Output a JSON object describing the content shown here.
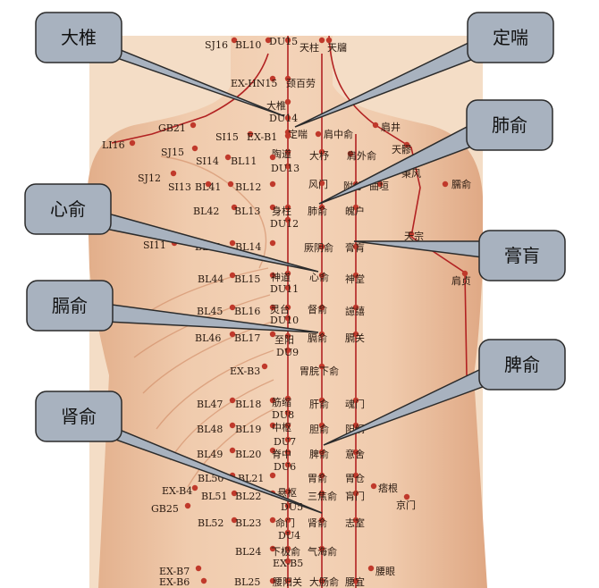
{
  "callouts": [
    {
      "id": "dazhui",
      "label": "大椎"
    },
    {
      "id": "dingchuan",
      "label": "定喘"
    },
    {
      "id": "feishu",
      "label": "肺俞"
    },
    {
      "id": "xinshu",
      "label": "心俞"
    },
    {
      "id": "gaohuang",
      "label": "膏肓"
    },
    {
      "id": "geshu",
      "label": "膈俞"
    },
    {
      "id": "pishu",
      "label": "脾俞"
    },
    {
      "id": "shenshu",
      "label": "肾俞"
    }
  ],
  "points": [
    {
      "label": "SJ16"
    },
    {
      "label": "BL10"
    },
    {
      "label": "DU15"
    },
    {
      "label": "天柱"
    },
    {
      "label": "天牖"
    },
    {
      "label": "EX-HN15"
    },
    {
      "label": "颈百劳"
    },
    {
      "label": "大椎"
    },
    {
      "label": "DU14"
    },
    {
      "label": "定喘"
    },
    {
      "label": "肩中俞"
    },
    {
      "label": "肩井"
    },
    {
      "label": "GB21"
    },
    {
      "label": "SI15"
    },
    {
      "label": "EX-B1"
    },
    {
      "label": "陶道"
    },
    {
      "label": "DU13"
    },
    {
      "label": "大杼"
    },
    {
      "label": "肩外俞"
    },
    {
      "label": "天髎"
    },
    {
      "label": "LI16"
    },
    {
      "label": "SJ15"
    },
    {
      "label": "SI14"
    },
    {
      "label": "BL11"
    },
    {
      "label": "秉风"
    },
    {
      "label": "SJ12"
    },
    {
      "label": "SI13"
    },
    {
      "label": "BL41"
    },
    {
      "label": "BL12"
    },
    {
      "label": "风门"
    },
    {
      "label": "附分"
    },
    {
      "label": "曲垣"
    },
    {
      "label": "臑俞"
    },
    {
      "label": "BL42"
    },
    {
      "label": "BL13"
    },
    {
      "label": "身柱"
    },
    {
      "label": "DU12"
    },
    {
      "label": "肺俞"
    },
    {
      "label": "魄户"
    },
    {
      "label": "天宗"
    },
    {
      "label": "SI11"
    },
    {
      "label": "BL43"
    },
    {
      "label": "BL14"
    },
    {
      "label": "厥阴俞"
    },
    {
      "label": "膏肓"
    },
    {
      "label": "BL44"
    },
    {
      "label": "BL15"
    },
    {
      "label": "神道"
    },
    {
      "label": "DU11"
    },
    {
      "label": "心俞"
    },
    {
      "label": "神堂"
    },
    {
      "label": "肩贞"
    },
    {
      "label": "BL45"
    },
    {
      "label": "BL16"
    },
    {
      "label": "灵台"
    },
    {
      "label": "DU10"
    },
    {
      "label": "督俞"
    },
    {
      "label": "譩譆"
    },
    {
      "label": "BL46"
    },
    {
      "label": "BL17"
    },
    {
      "label": "至阳"
    },
    {
      "label": "DU9"
    },
    {
      "label": "膈俞"
    },
    {
      "label": "膈关"
    },
    {
      "label": "EX-B3"
    },
    {
      "label": "胃脘下俞"
    },
    {
      "label": "BL47"
    },
    {
      "label": "BL18"
    },
    {
      "label": "筋缩"
    },
    {
      "label": "DU8"
    },
    {
      "label": "肝俞"
    },
    {
      "label": "魂门"
    },
    {
      "label": "BL48"
    },
    {
      "label": "BL19"
    },
    {
      "label": "中枢"
    },
    {
      "label": "DU7"
    },
    {
      "label": "胆俞"
    },
    {
      "label": "阳纲"
    },
    {
      "label": "BL49"
    },
    {
      "label": "BL20"
    },
    {
      "label": "脊中"
    },
    {
      "label": "DU6"
    },
    {
      "label": "脾俞"
    },
    {
      "label": "意舍"
    },
    {
      "label": "BL50"
    },
    {
      "label": "BL21"
    },
    {
      "label": "胃俞"
    },
    {
      "label": "胃仓"
    },
    {
      "label": "痞根"
    },
    {
      "label": "EX-B4"
    },
    {
      "label": "BL51"
    },
    {
      "label": "BL22"
    },
    {
      "label": "悬枢"
    },
    {
      "label": "三焦俞"
    },
    {
      "label": "肓门"
    },
    {
      "label": "京门"
    },
    {
      "label": "GB25"
    },
    {
      "label": "DU5"
    },
    {
      "label": "BL52"
    },
    {
      "label": "BL23"
    },
    {
      "label": "命门"
    },
    {
      "label": "肾俞"
    },
    {
      "label": "志室"
    },
    {
      "label": "DU4"
    },
    {
      "label": "BL24"
    },
    {
      "label": "下极俞"
    },
    {
      "label": "气海俞"
    },
    {
      "label": "EX-B5"
    },
    {
      "label": "EX-B7"
    },
    {
      "label": "腰眼"
    },
    {
      "label": "EX-B6"
    },
    {
      "label": "BL25"
    },
    {
      "label": "腰阳关"
    },
    {
      "label": "大肠俞"
    },
    {
      "label": "腰宜"
    }
  ],
  "colors": {
    "skin": "#efc9a9",
    "skin_shadow": "#d79a72",
    "point_dot": "#c0392b",
    "meridian": "#b22222",
    "callout_fill": "#a8b2bf",
    "callout_stroke": "#2b2b2b"
  }
}
